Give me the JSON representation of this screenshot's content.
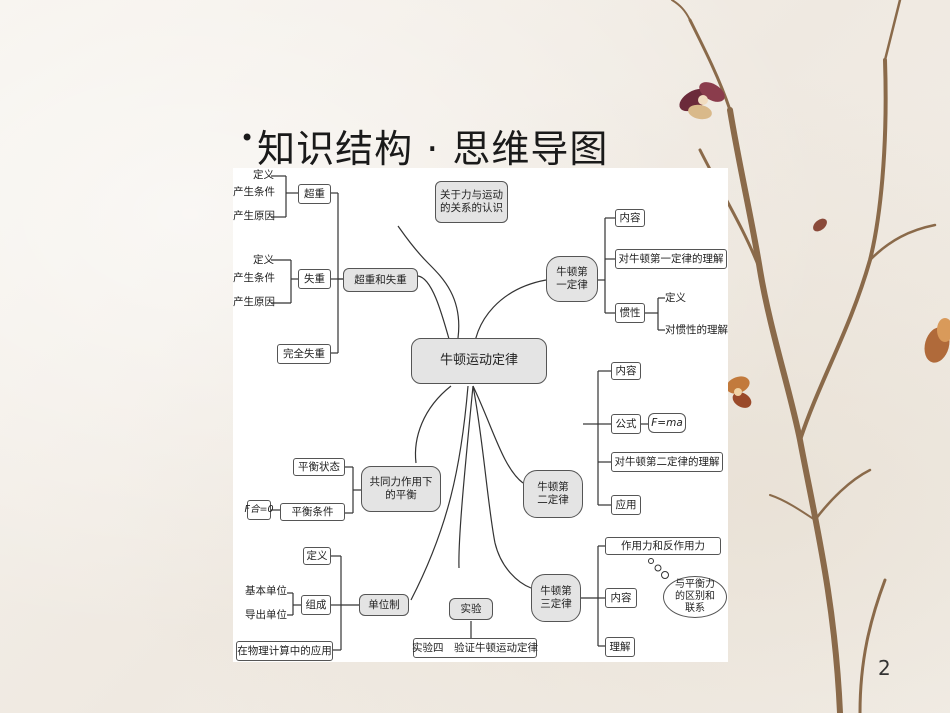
{
  "slide": {
    "title_bullet": "•",
    "title": "知识结构 · 思维导图",
    "page_number": "2"
  },
  "mindmap": {
    "center": "牛顿运动定律",
    "relation": "关于力与运动的关系的认识",
    "overweight_group": "超重和失重",
    "overweight": "超重",
    "overweight_leaves": [
      "定义",
      "产生条件",
      "产生原因"
    ],
    "weightless": "失重",
    "weightless_leaves": [
      "定义",
      "产生条件",
      "产生原因"
    ],
    "complete_weightless": "完全失重",
    "first_law": "牛顿第一定律",
    "first_law_content": "内容",
    "first_law_understanding": "对牛顿第一定律的理解",
    "inertia": "惯性",
    "inertia_leaves": [
      "定义",
      "对惯性的理解"
    ],
    "second_law": "牛顿第二定律",
    "second_law_content": "内容",
    "formula_label": "公式",
    "formula": "F=ma",
    "second_law_understanding": "对牛顿第二定律的理解",
    "application": "应用",
    "concurrent": "共同力作用下的平衡",
    "equilibrium_state": "平衡状态",
    "equilibrium_condition": "平衡条件",
    "net_force_zero": "F合=0",
    "unit_system": "单位制",
    "unit_definition": "定义",
    "composition": "组成",
    "base_units": "基本单位",
    "derived_units": "导出单位",
    "unit_application": "在物理计算中的应用",
    "experiment": "实验",
    "experiment_four": "实验四　验证牛顿运动定律",
    "third_law": "牛顿第三定律",
    "action_reaction": "作用力和反作用力",
    "third_law_content": "内容",
    "balance_difference": "与平衡力的区别和联系",
    "third_law_understanding": "理解"
  },
  "colors": {
    "node_fill": "#e4e4e4",
    "line": "#333333",
    "background": "#f3efe9"
  }
}
